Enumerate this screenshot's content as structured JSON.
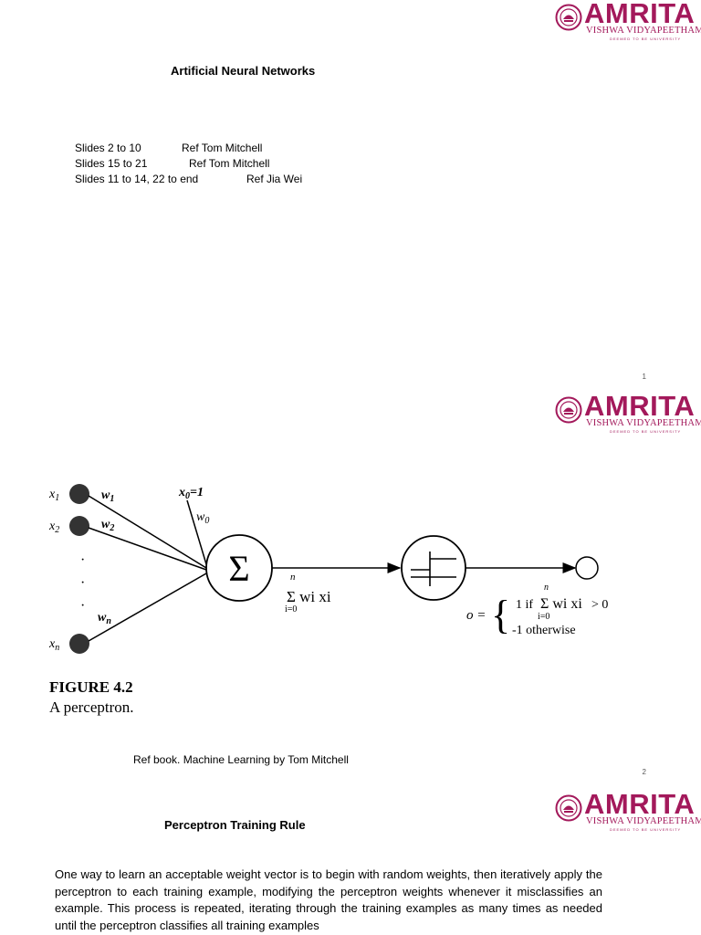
{
  "brand": {
    "name": "AMRITA",
    "subtitle": "VISHWA VIDYAPEETHAM",
    "tagline": "DEEMED TO BE UNIVERSITY",
    "color": "#a3195b"
  },
  "slide1": {
    "title": "Artificial Neural Networks",
    "refs": [
      {
        "slides": "Slides 2 to 10",
        "ref": "Ref Tom Mitchell"
      },
      {
        "slides": "Slides 15 to 21",
        "ref": "Ref Tom Mitchell"
      },
      {
        "slides": "Slides  11 to 14, 22 to end",
        "ref": "Ref Jia Wei"
      }
    ],
    "page_number": "1"
  },
  "slide2": {
    "figure": {
      "inputs": [
        "x1",
        "x2",
        "xn"
      ],
      "weights": [
        "w1",
        "w2",
        "wn"
      ],
      "bias_input": "x0=1",
      "bias_weight": "w0",
      "sum_symbol": "Σ",
      "sum_formula": "Σ wi xi",
      "sum_upper": "n",
      "sum_lower": "i=0",
      "output_label": "o =",
      "output_case1": "1 if",
      "output_case1_tail": "> 0",
      "output_case2": "-1 otherwise",
      "dots": "·"
    },
    "caption_number": "FIGURE 4.2",
    "caption_text": "A perceptron.",
    "reference": "Ref book. Machine Learning by Tom Mitchell",
    "page_number": "2"
  },
  "slide3": {
    "title": "Perceptron Training Rule",
    "paragraph": "One way to learn an acceptable weight vector is to begin with random weights, then iteratively apply the perceptron to each training example, modifying the perceptron weights whenever it misclassifies an example. This process is repeated, iterating through the training examples as many times as needed until the perceptron classifies all training examples"
  }
}
